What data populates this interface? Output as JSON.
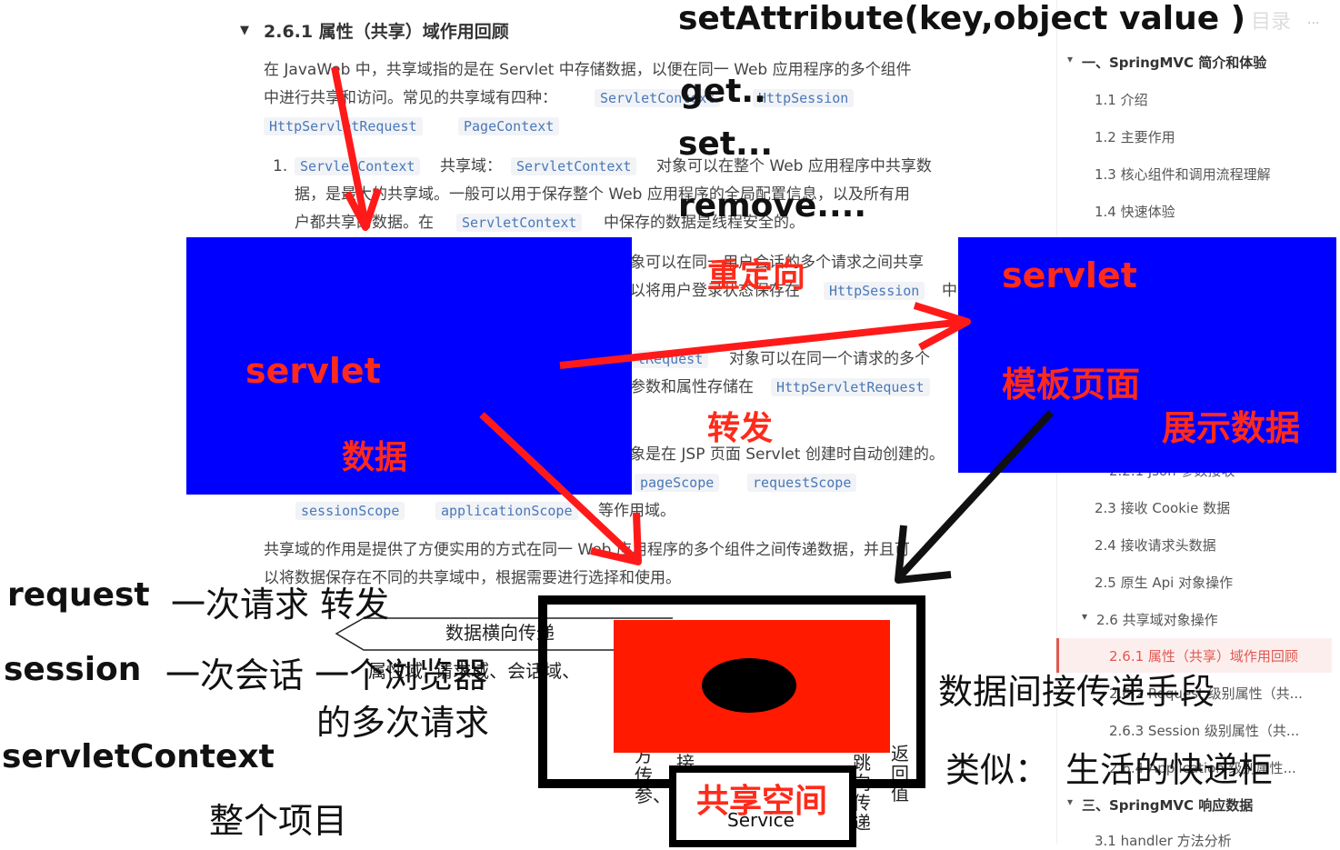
{
  "doc": {
    "section_heading": "2.6.1 属性（共享）域作用回顾",
    "para1_line1": "在 JavaWeb 中，共享域指的是在 Servlet 中存储数据，以便在同一 Web 应用程序的多个组件",
    "para1_line2_a": "中进行共享和访问。常见的共享域有四种：",
    "code_servletcontext": "ServletContext",
    "code_httpsession": "HttpSession",
    "code_httpservletrequest": "HttpServletRequest",
    "code_pagecontext": "PageContext",
    "list1_num": "1.",
    "list1_a": "共享域：",
    "list1_b": "对象可以在整个 Web 应用程序中共享数",
    "list1_line2": "据，是最大的共享域。一般可以用于保存整个 Web 应用程序的全局配置信息，以及所有用",
    "list1_line3_a": "户都共享的数据。在",
    "list1_line3_b": "中保存的数据是线程安全的。",
    "list2_frag1": "象可以在同一用户会话的多个请求之间共享",
    "list2_frag2": "以将用户登录状态保存在",
    "list2_frag3": "中",
    "list3_code_frag": "tRequest",
    "list3_frag1": "对象可以在同一个请求的多个",
    "list3_frag2": "参数和属性存储在",
    "list4_frag1": "象是在 JSP 页面 Servlet 创建时自动创建的。",
    "code_pagescope": "pageScope",
    "code_requestscope": "requestScope",
    "code_sessionscope": "sessionScope",
    "code_applicationscope": "applicationScope",
    "scope_suffix": "等作用域。",
    "para2_line1": "共享域的作用是提供了方便实用的方式在同一 Web 应用程序的多个组件之间传递数据，并且可",
    "para2_line2": "以将数据保存在不同的共享域中，根据需要进行选择和使用。",
    "diagram_label1": "数据横向传递",
    "diagram_label2": "属性域: 请求域、会话域、",
    "diagram_col1": "方传参、",
    "diagram_col2": "接收",
    "diagram_col3": "跳向传递",
    "diagram_col4": "返回值",
    "service_label": "Service"
  },
  "toc": {
    "top_label": "目录",
    "items": [
      {
        "label": "一、SpringMVC 简介和体验",
        "bold": true,
        "caret": "▾"
      },
      {
        "label": "1.1 介绍"
      },
      {
        "label": "1.2 主要作用"
      },
      {
        "label": "1.3 核心组件和调用流程理解"
      },
      {
        "label": "1.4 快速体验"
      },
      {
        "label": "2.2.1 json 参数接收"
      },
      {
        "label": "2.3 接收 Cookie 数据"
      },
      {
        "label": "2.4 接收请求头数据"
      },
      {
        "label": "2.5 原生 Api 对象操作"
      },
      {
        "label": "2.6 共享域对象操作",
        "caret": "▾"
      },
      {
        "label": "2.6.1 属性（共享）域作用回顾",
        "active": true
      },
      {
        "label": "2.6.2 Request 级别属性（共..."
      },
      {
        "label": "2.6.3 Session 级别属性（共..."
      },
      {
        "label": "2.6.4 Application 级别属性..."
      },
      {
        "label": "三、SpringMVC 响应数据",
        "bold": true,
        "caret": "▾"
      },
      {
        "label": "3.1 handler 方法分析"
      }
    ]
  },
  "overlay": {
    "set_attr": "setAttribute(key,object value )",
    "get": "get..",
    "set": "set...",
    "remove": "remove....",
    "redirect": "重定向",
    "forward": "转发",
    "servlet_left": "servlet",
    "data_left": "数据",
    "servlet_right": "servlet",
    "template_page": "模板页面",
    "show_data": "展示数据",
    "shared_space": "共享空间",
    "request_label": "request",
    "request_desc": "一次请求 转发",
    "session_label": "session",
    "session_desc": "一次会话  一个浏览器",
    "session_desc2": "的多次请求",
    "servletcontext_label": "servletContext",
    "servletcontext_desc": "整个项目",
    "indirect": "数据间接传递手段",
    "similar": "类似：",
    "locker": "生活的快递柜"
  },
  "colors": {
    "blue_box": "#0000ff",
    "red_box": "#ff1a00",
    "annotation_red": "#ff2a1a",
    "toc_active": "#e0584f"
  }
}
